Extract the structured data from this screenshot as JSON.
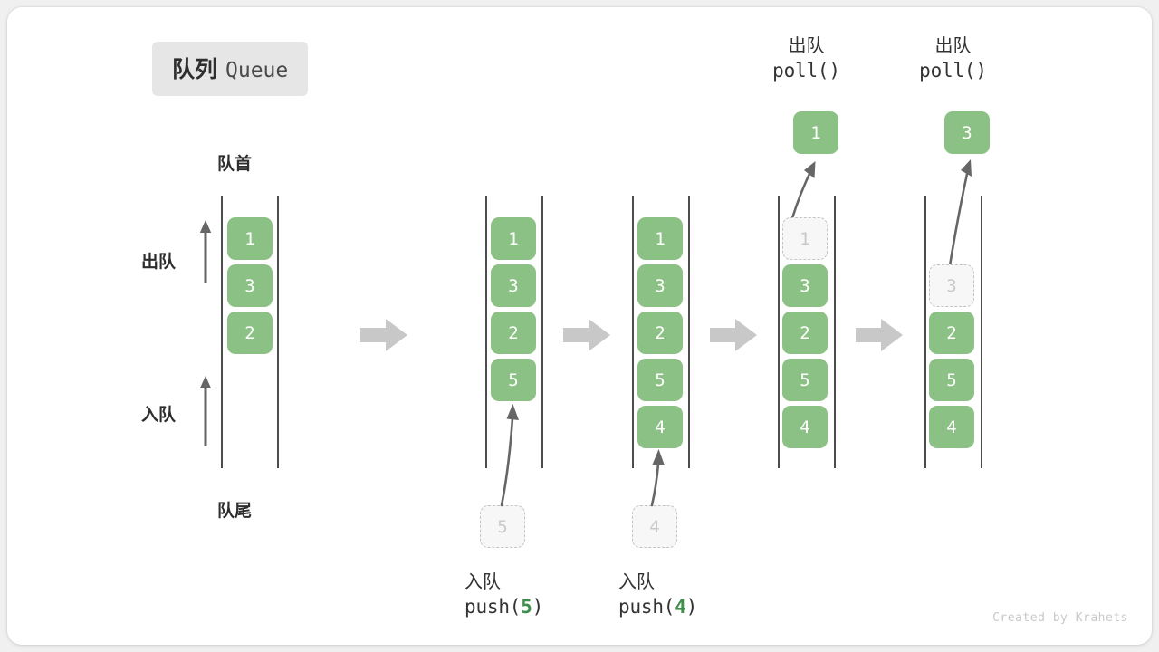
{
  "title": {
    "cn": "队列",
    "en": "Queue"
  },
  "labels": {
    "front": "队首",
    "rear": "队尾",
    "dequeue": "出队",
    "enqueue": "入队"
  },
  "colors": {
    "box_fill": "#8cc185",
    "box_text": "#ffffff",
    "ghost_fill": "#f7f7f7",
    "ghost_border": "#c4c4c4",
    "ghost_text": "#c9c9c9",
    "rail": "#4d4d4d",
    "arrow_gray": "#c8c8c8",
    "line_arrow": "#666666",
    "accent_green": "#3f8f4a",
    "badge_bg": "#e6e6e6",
    "card_bg": "#ffffff",
    "page_bg": "#f0f0f0"
  },
  "columns": [
    {
      "id": "initial",
      "items": [
        "1",
        "3",
        "2"
      ],
      "ghost": null,
      "ejected": null,
      "header": null,
      "caption": null
    },
    {
      "id": "push-5",
      "items": [
        "1",
        "3",
        "2",
        "5"
      ],
      "ghost": {
        "value": "5",
        "position": "below"
      },
      "ejected": null,
      "header": null,
      "caption": {
        "cn": "入队",
        "code_prefix": "push(",
        "arg": "5",
        "code_suffix": ")"
      }
    },
    {
      "id": "push-4",
      "items": [
        "1",
        "3",
        "2",
        "5",
        "4"
      ],
      "ghost": {
        "value": "4",
        "position": "below"
      },
      "ejected": null,
      "header": null,
      "caption": {
        "cn": "入队",
        "code_prefix": "push(",
        "arg": "4",
        "code_suffix": ")"
      }
    },
    {
      "id": "poll-1",
      "items": [
        "3",
        "2",
        "5",
        "4"
      ],
      "ghost": {
        "value": "1",
        "position": "slot-0"
      },
      "ejected": "1",
      "header": {
        "cn": "出队",
        "code": "poll()"
      },
      "caption": null
    },
    {
      "id": "poll-3",
      "items": [
        "2",
        "5",
        "4"
      ],
      "ghost": {
        "value": "3",
        "position": "slot-1"
      },
      "ejected": "3",
      "header": {
        "cn": "出队",
        "code": "poll()"
      },
      "caption": null
    }
  ],
  "separators": [
    "arrow-right",
    "arrow-right",
    "arrow-right",
    "arrow-right"
  ],
  "footer": "Created by Krahets"
}
